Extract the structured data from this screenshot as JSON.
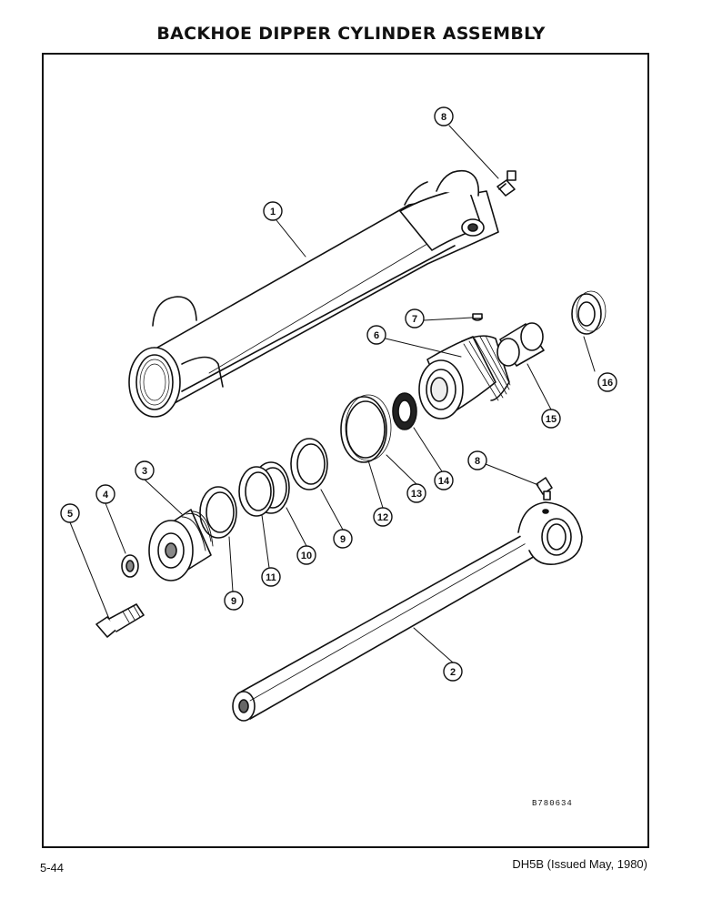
{
  "title": "BACKHOE DIPPER CYLINDER ASSEMBLY",
  "drawing_number": "B780634",
  "footer": {
    "page": "5-44",
    "doc": "DH5B (Issued May, 1980)"
  },
  "callouts": {
    "c1": "1",
    "c2": "2",
    "c3": "3",
    "c4": "4",
    "c5": "5",
    "c6": "6",
    "c7": "7",
    "c8a": "8",
    "c8b": "8",
    "c9a": "9",
    "c9b": "9",
    "c10": "10",
    "c11": "11",
    "c12": "12",
    "c13": "13",
    "c14": "14",
    "c15": "15",
    "c16": "16"
  }
}
